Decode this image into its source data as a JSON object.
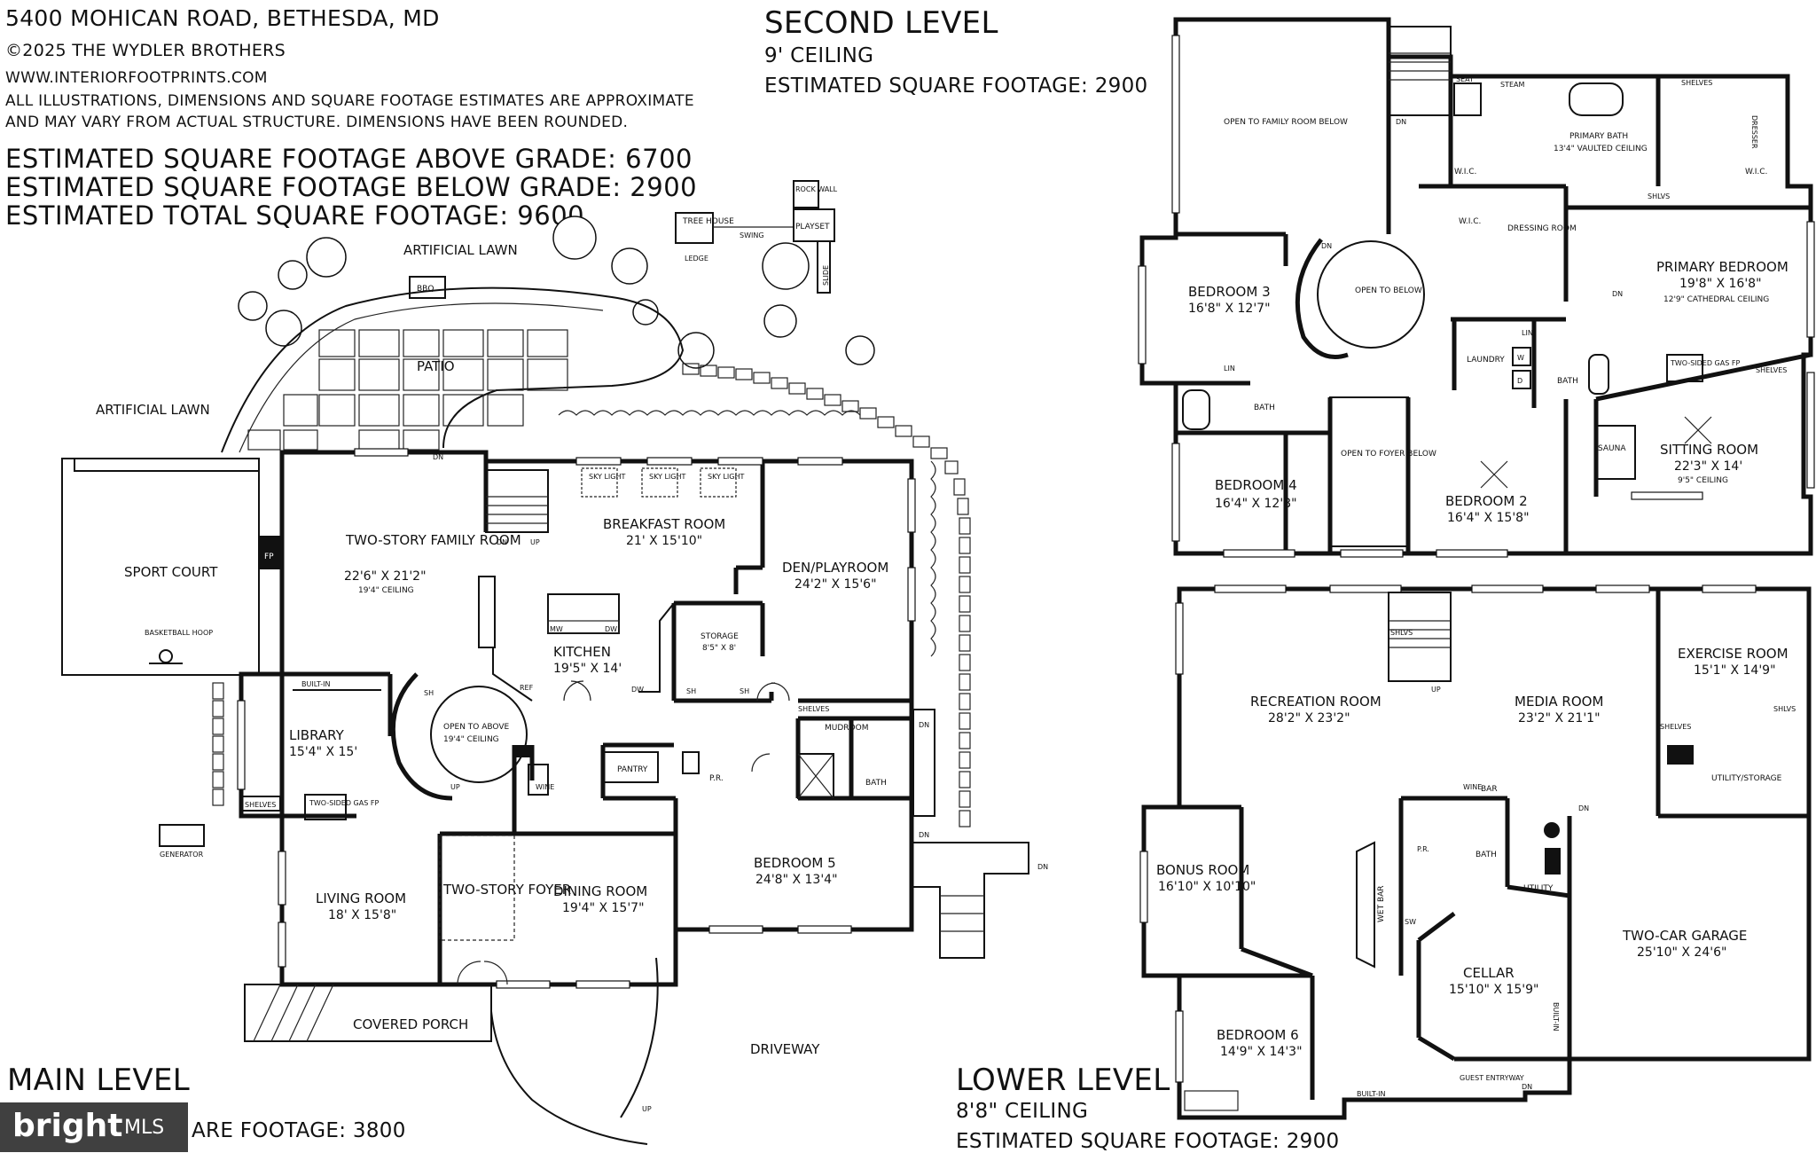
{
  "header": {
    "address": "5400 MOHICAN ROAD, BETHESDA, MD",
    "copyright": "©2025 THE WYDLER BROTHERS",
    "website": "WWW.INTERIORFOOTPRINTS.COM",
    "disclaimer_1": "ALL ILLUSTRATIONS, DIMENSIONS AND SQUARE FOOTAGE ESTIMATES ARE APPROXIMATE",
    "disclaimer_2": "AND MAY VARY FROM ACTUAL STRUCTURE. DIMENSIONS HAVE BEEN ROUNDED.",
    "sqft_above": "ESTIMATED SQUARE FOOTAGE ABOVE GRADE: 6700",
    "sqft_below": "ESTIMATED SQUARE FOOTAGE BELOW GRADE: 2900",
    "sqft_total": "ESTIMATED TOTAL SQUARE FOOTAGE: 9600"
  },
  "levels": {
    "second": {
      "title": "SECOND LEVEL",
      "ceiling": "9' CEILING",
      "sqft": "ESTIMATED SQUARE FOOTAGE: 2900"
    },
    "main": {
      "title": "MAIN LEVEL",
      "sqft": "ARE FOOTAGE: 3800"
    },
    "lower": {
      "title": "LOWER LEVEL",
      "ceiling": "8'8\" CEILING",
      "sqft": "ESTIMATED SQUARE FOOTAGE: 2900"
    }
  },
  "main_level": {
    "outdoor": {
      "artificial_lawn_top": "ARTIFICIAL LAWN",
      "artificial_lawn_left": "ARTIFICIAL LAWN",
      "patio": "PATIO",
      "bbq": "BBQ",
      "tree_house": "TREE HOUSE",
      "ledge": "LEDGE",
      "swing": "SWING",
      "rock_wall": "ROCK WALL",
      "playset": "PLAYSET",
      "slide": "SLIDE",
      "sport_court": "SPORT COURT",
      "basketball_hoop": "BASKETBALL HOOP",
      "generator": "GENERATOR",
      "covered_porch": "COVERED PORCH",
      "driveway": "DRIVEWAY"
    },
    "rooms": {
      "family_name": "TWO-STORY FAMILY ROOM",
      "family_dim": "22'6\" X 21'2\"",
      "family_ceiling": "19'4\" CEILING",
      "breakfast_name": "BREAKFAST ROOM",
      "breakfast_dim": "21' X 15'10\"",
      "skylight": "SKY LIGHT",
      "den_name": "DEN/PLAYROOM",
      "den_dim": "24'2\" X 15'6\"",
      "kitchen_name": "KITCHEN",
      "kitchen_dim": "19'5\" X 14'",
      "storage_name": "STORAGE",
      "storage_dim": "8'5\" X 8'",
      "library_name": "LIBRARY",
      "library_dim": "15'4\" X 15'",
      "open_above": "OPEN TO ABOVE",
      "open_above_ceiling": "19'4\" CEILING",
      "living_name": "LIVING ROOM",
      "living_dim": "18' X 15'8\"",
      "foyer_name": "TWO-STORY FOYER",
      "dining_name": "DINING ROOM",
      "dining_dim": "19'4\" X 15'7\"",
      "bedroom5_name": "BEDROOM 5",
      "bedroom5_dim": "24'8\" X 13'4\"",
      "mudroom": "MUDROOM",
      "bath": "BATH",
      "pantry": "PANTRY",
      "pr": "P.R.",
      "wine": "WINE",
      "fp": "FP",
      "shelves": "SHELVES",
      "built_in": "BUILT-IN",
      "two_sided_gas_fp": "TWO-SIDED GAS FP",
      "ref": "REF",
      "mw": "MW",
      "dw": "DW",
      "sh": "SH",
      "dn": "DN",
      "up": "UP"
    }
  },
  "second_level": {
    "open_family": "OPEN TO FAMILY ROOM BELOW",
    "open_below": "OPEN TO BELOW",
    "open_foyer": "OPEN TO FOYER BELOW",
    "bedroom3_name": "BEDROOM 3",
    "bedroom3_dim": "16'8\" X 12'7\"",
    "bedroom4_name": "BEDROOM 4",
    "bedroom4_dim": "16'4\" X 12'8\"",
    "bedroom2_name": "BEDROOM 2",
    "bedroom2_dim": "16'4\" X 15'8\"",
    "primary_bath_name": "PRIMARY BATH",
    "primary_bath_ceiling": "13'4\" VAULTED CEILING",
    "primary_bed_name": "PRIMARY BEDROOM",
    "primary_bed_dim": "19'8\" X 16'8\"",
    "primary_bed_ceiling": "12'9\" CATHEDRAL CEILING",
    "sitting_name": "SITTING ROOM",
    "sitting_dim": "22'3\" X 14'",
    "sitting_ceiling": "9'5\" CEILING",
    "dressing": "DRESSING ROOM",
    "wic": "W.I.C.",
    "laundry": "LAUNDRY",
    "sauna": "SAUNA",
    "steam": "STEAM",
    "seat": "SEAT",
    "dresser": "DRESSER",
    "lin": "LIN",
    "bath": "BATH",
    "shelves": "SHELVES",
    "shlvs": "SHLVS",
    "two_sided_gas_fp": "TWO-SIDED GAS FP",
    "dn": "DN",
    "w": "W",
    "d": "D"
  },
  "lower_level": {
    "recreation_name": "RECREATION ROOM",
    "recreation_dim": "28'2\" X 23'2\"",
    "media_name": "MEDIA ROOM",
    "media_dim": "23'2\" X 21'1\"",
    "exercise_name": "EXERCISE ROOM",
    "exercise_dim": "15'1\" X 14'9\"",
    "utility_storage": "UTILITY/STORAGE",
    "bonus_name": "BONUS ROOM",
    "bonus_dim": "16'10\" X 10'10\"",
    "bedroom6_name": "BEDROOM 6",
    "bedroom6_dim": "14'9\" X 14'3\"",
    "cellar_name": "CELLAR",
    "cellar_dim": "15'10\" X 15'9\"",
    "garage_name": "TWO-CAR GARAGE",
    "garage_dim": "25'10\" X 24'6\"",
    "wet_bar": "WET BAR",
    "bar": "BAR",
    "wine": "WINE",
    "bath": "BATH",
    "utility": "UTILITY",
    "pr": "P.R.",
    "guest_entry": "GUEST ENTRYWAY",
    "built_in": "BUILT-IN",
    "shelves": "SHELVES",
    "shlvs": "SHLVS",
    "sw": "SW",
    "dn": "DN",
    "up": "UP"
  },
  "watermark": {
    "brand": "bright",
    "suffix": "MLS"
  }
}
